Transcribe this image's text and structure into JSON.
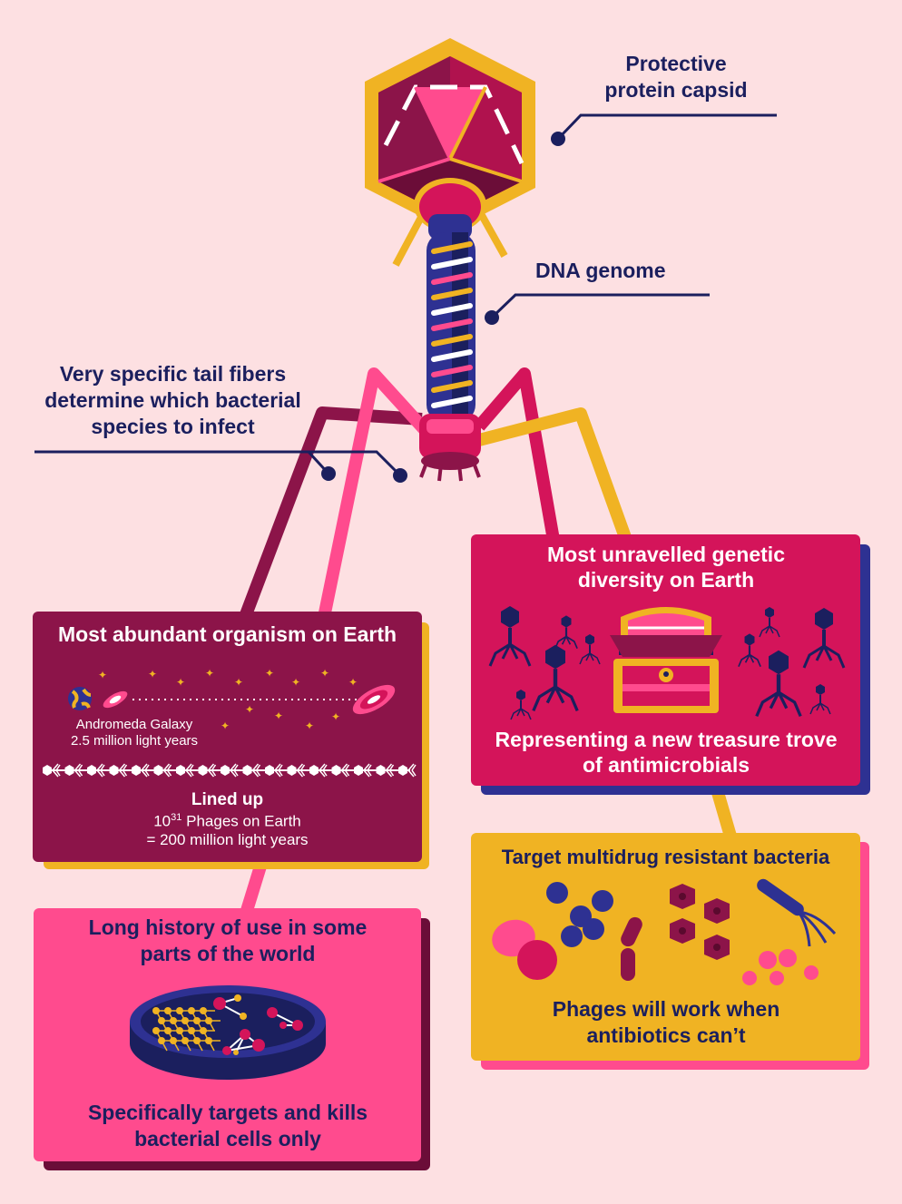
{
  "labels": {
    "capsid": "Protective protein capsid",
    "dna": "DNA genome",
    "tail_fibers": "Very specific tail fibers determine which bacterial species to infect"
  },
  "cards": {
    "abundant": {
      "title": "Most abundant organism on Earth",
      "galaxy_name": "Andromeda Galaxy",
      "galaxy_distance": "2.5 million light years",
      "lined_up": "Lined up",
      "phage_count_base": "10",
      "phage_count_exp": "31",
      "phage_count_rest": " Phages on Earth",
      "equals": "= 200 million light years"
    },
    "diversity": {
      "title": "Most unravelled genetic diversity on Earth",
      "subtitle": "Representing a new treasure trove of antimicrobials"
    },
    "history": {
      "title": "Long history of use in some parts of the world",
      "subtitle": "Specifically targets and kills bacterial cells only"
    },
    "multidrug": {
      "title": "Target multidrug resistant bacteria",
      "subtitle": "Phages will work when antibiotics can’t"
    }
  },
  "colors": {
    "background": "#fde0e2",
    "navy": "#1b1f5e",
    "maroon": "#8c1449",
    "crimson": "#d4145a",
    "pink": "#ff4b8e",
    "gold": "#f0b323",
    "indigo": "#2e3192"
  }
}
